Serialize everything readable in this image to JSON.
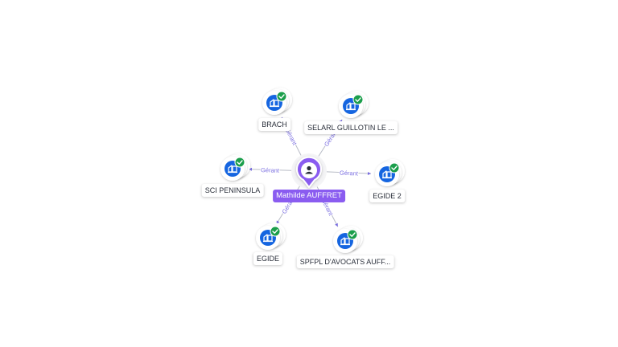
{
  "center": {
    "name": "Mathilde AUFFRET",
    "icon": "person-icon"
  },
  "relation_label": "Gérant",
  "companies": [
    {
      "id": "brach",
      "name": "BRACH",
      "icon": "building-icon",
      "verified": true
    },
    {
      "id": "selarl",
      "name": "SELARL GUILLOTIN LE ...",
      "icon": "building-icon",
      "verified": true
    },
    {
      "id": "sci",
      "name": "SCI PENINSULA",
      "icon": "building-icon",
      "verified": true
    },
    {
      "id": "egide2",
      "name": "EGIDE 2",
      "icon": "building-icon",
      "verified": true
    },
    {
      "id": "egide",
      "name": "EGIDE",
      "icon": "building-icon",
      "verified": true
    },
    {
      "id": "spfpl",
      "name": "SPFPL D'AVOCATS AUFF...",
      "icon": "building-icon",
      "verified": true
    }
  ],
  "colors": {
    "accent": "#8a5cf0",
    "node_blue": "#1565e0",
    "check_green": "#1b9e4b",
    "edge": "#b8bcc6",
    "edge_label": "#7a6ee0"
  }
}
